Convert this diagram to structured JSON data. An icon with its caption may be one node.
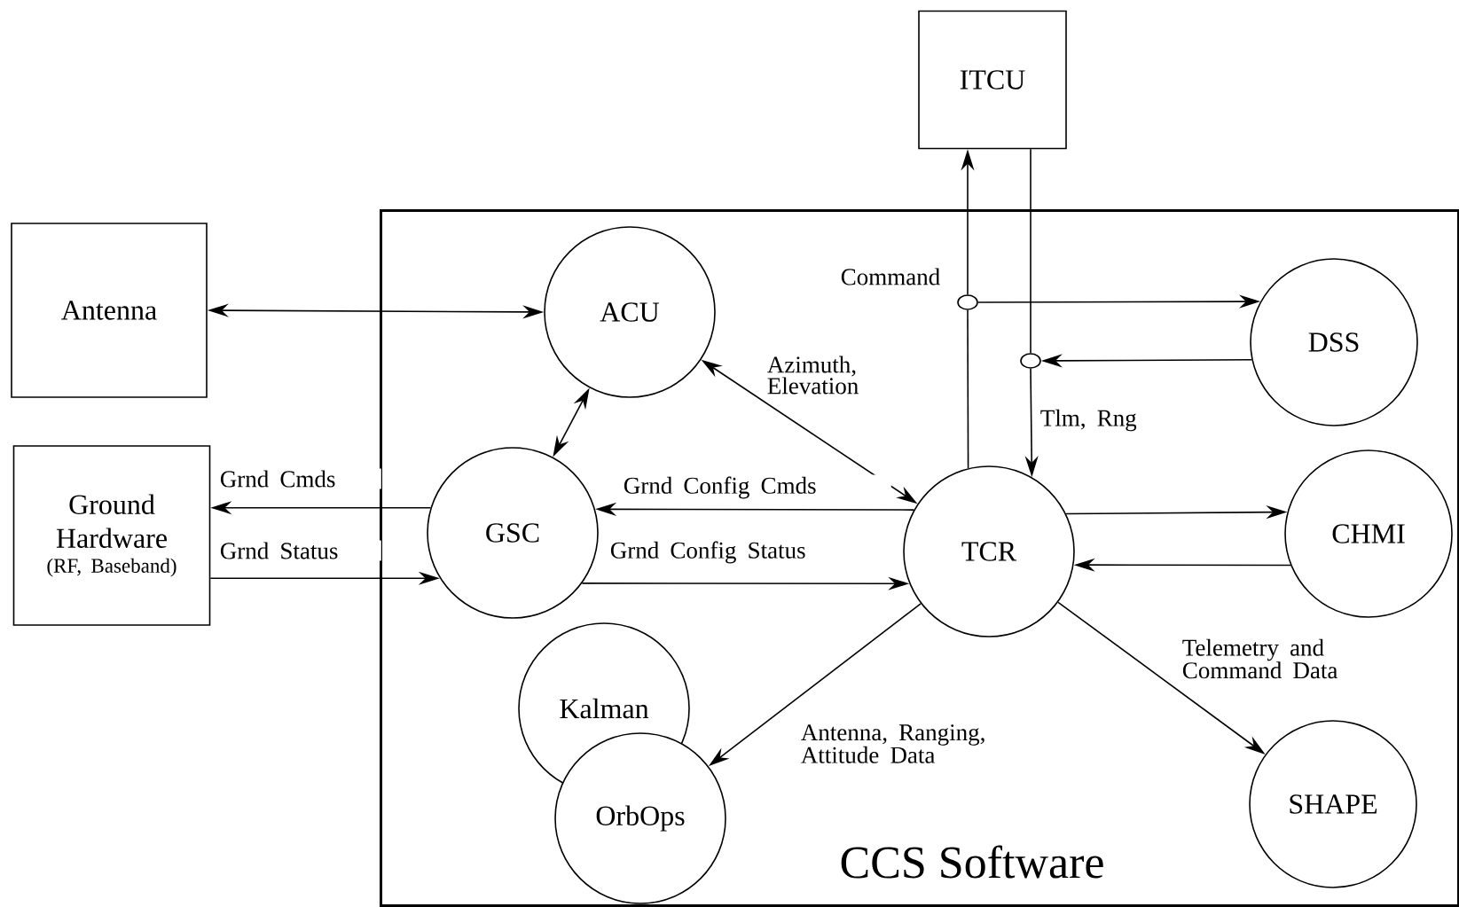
{
  "diagram": {
    "nodes": [
      {
        "text": [
          "CCS Software"
        ]
      },
      {
        "text": [
          "ITCU"
        ]
      },
      {
        "text": [
          "Antenna"
        ]
      },
      {
        "text": [
          "Ground Hardware",
          "(RF, Baseband)"
        ]
      },
      {
        "text": [
          "ACU"
        ],
        "in": 0
      },
      {
        "text": [
          "GSC"
        ],
        "in": 0
      },
      {
        "text": [
          "TCR"
        ],
        "in": 0
      },
      {
        "text": [
          "DSS"
        ],
        "in": 0
      },
      {
        "text": [
          "CHMI"
        ],
        "in": 0
      },
      {
        "text": [
          "SHAPE"
        ],
        "in": 0
      },
      {
        "text": [
          "Kalman"
        ],
        "in": 0
      },
      {
        "text": [
          "OrbOps"
        ],
        "in": 0
      },
      {
        "text": [],
        "shape": "circle",
        "in": 0
      },
      {
        "text": [],
        "shape": "circle",
        "in": 0
      }
    ],
    "edges": [
      {
        "from": 2,
        "to": 4,
        "arrow": "both"
      },
      {
        "from": 4,
        "to": 5,
        "arrow": "both"
      },
      {
        "from": 4,
        "to": 6,
        "arrow": "both",
        "label": "Azimuth, Elevation"
      },
      {
        "from": 5,
        "to": 3,
        "arrow": "to",
        "label": "Grnd Cmds"
      },
      {
        "from": 3,
        "to": 5,
        "arrow": "to",
        "label": "Grnd Status"
      },
      {
        "from": 6,
        "to": 5,
        "arrow": "to",
        "label": "Grnd Config Cmds"
      },
      {
        "from": 5,
        "to": 6,
        "arrow": "to",
        "label": "Grnd Config Status"
      },
      {
        "from": 6,
        "to": 12,
        "arrow": "none"
      },
      {
        "from": 12,
        "to": 1,
        "arrow": "to",
        "label": "Command"
      },
      {
        "from": 12,
        "to": 7,
        "arrow": "to"
      },
      {
        "from": 1,
        "to": 13,
        "arrow": "none"
      },
      {
        "from": 7,
        "to": 13,
        "arrow": "to"
      },
      {
        "from": 13,
        "to": 6,
        "arrow": "to",
        "label": "Tlm, Rng"
      },
      {
        "from": 6,
        "to": 8,
        "arrow": "to"
      },
      {
        "from": 8,
        "to": 6,
        "arrow": "to"
      },
      {
        "from": 6,
        "to": 9,
        "arrow": "to",
        "label": "Telemetry and Command Data"
      },
      {
        "from": 6,
        "to": 11,
        "arrow": "to",
        "label": "Antenna, Ranging, Attitude Data"
      }
    ]
  }
}
